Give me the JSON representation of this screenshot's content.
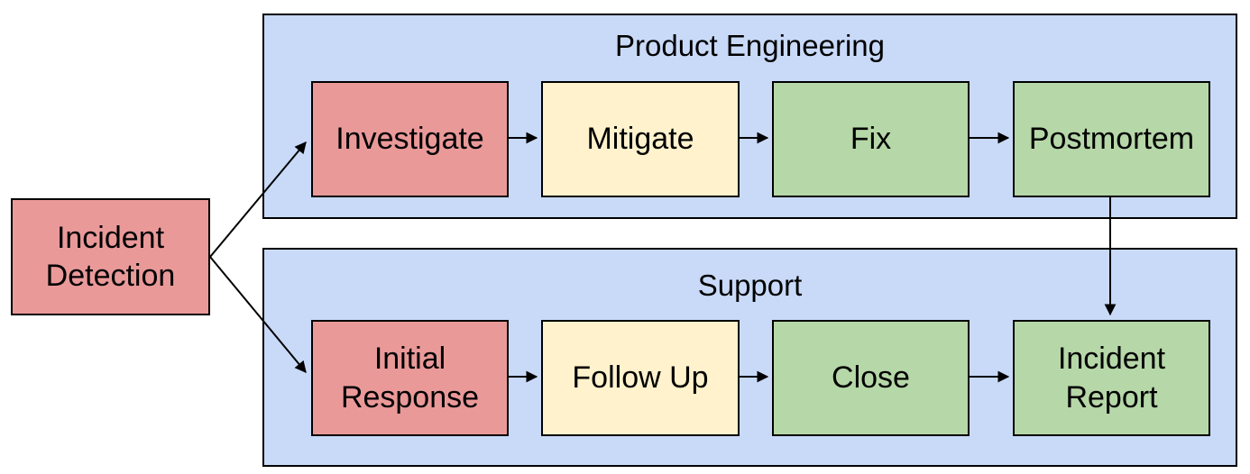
{
  "diagram": {
    "type": "flowchart-swimlanes",
    "background": "#ffffff",
    "colors": {
      "lane_fill": "#c9daf8",
      "node_red": "#ea9999",
      "node_yellow": "#fff2cc",
      "node_green": "#b6d7a8",
      "border": "#000000",
      "text": "#000000",
      "arrow": "#000000"
    },
    "start_node": {
      "label": "Incident Detection",
      "color": "#ea9999"
    },
    "lanes": [
      {
        "label": "Product Engineering",
        "fill": "#c9daf8",
        "boxes": [
          {
            "label": "Investigate",
            "color": "#ea9999"
          },
          {
            "label": "Mitigate",
            "color": "#fff2cc"
          },
          {
            "label": "Fix",
            "color": "#b6d7a8"
          },
          {
            "label": "Postmortem",
            "color": "#b6d7a8"
          }
        ]
      },
      {
        "label": "Support",
        "fill": "#c9daf8",
        "boxes": [
          {
            "label": "Initial Response",
            "color": "#ea9999"
          },
          {
            "label": "Follow Up",
            "color": "#fff2cc"
          },
          {
            "label": "Close",
            "color": "#b6d7a8"
          },
          {
            "label": "Incident Report",
            "color": "#b6d7a8"
          }
        ]
      }
    ],
    "connections": [
      {
        "from": "Incident Detection",
        "to": "Investigate"
      },
      {
        "from": "Incident Detection",
        "to": "Initial Response"
      },
      {
        "from": "Investigate",
        "to": "Mitigate"
      },
      {
        "from": "Mitigate",
        "to": "Fix"
      },
      {
        "from": "Fix",
        "to": "Postmortem"
      },
      {
        "from": "Postmortem",
        "to": "Incident Report"
      },
      {
        "from": "Initial Response",
        "to": "Follow Up"
      },
      {
        "from": "Follow Up",
        "to": "Close"
      },
      {
        "from": "Close",
        "to": "Incident Report"
      }
    ]
  }
}
